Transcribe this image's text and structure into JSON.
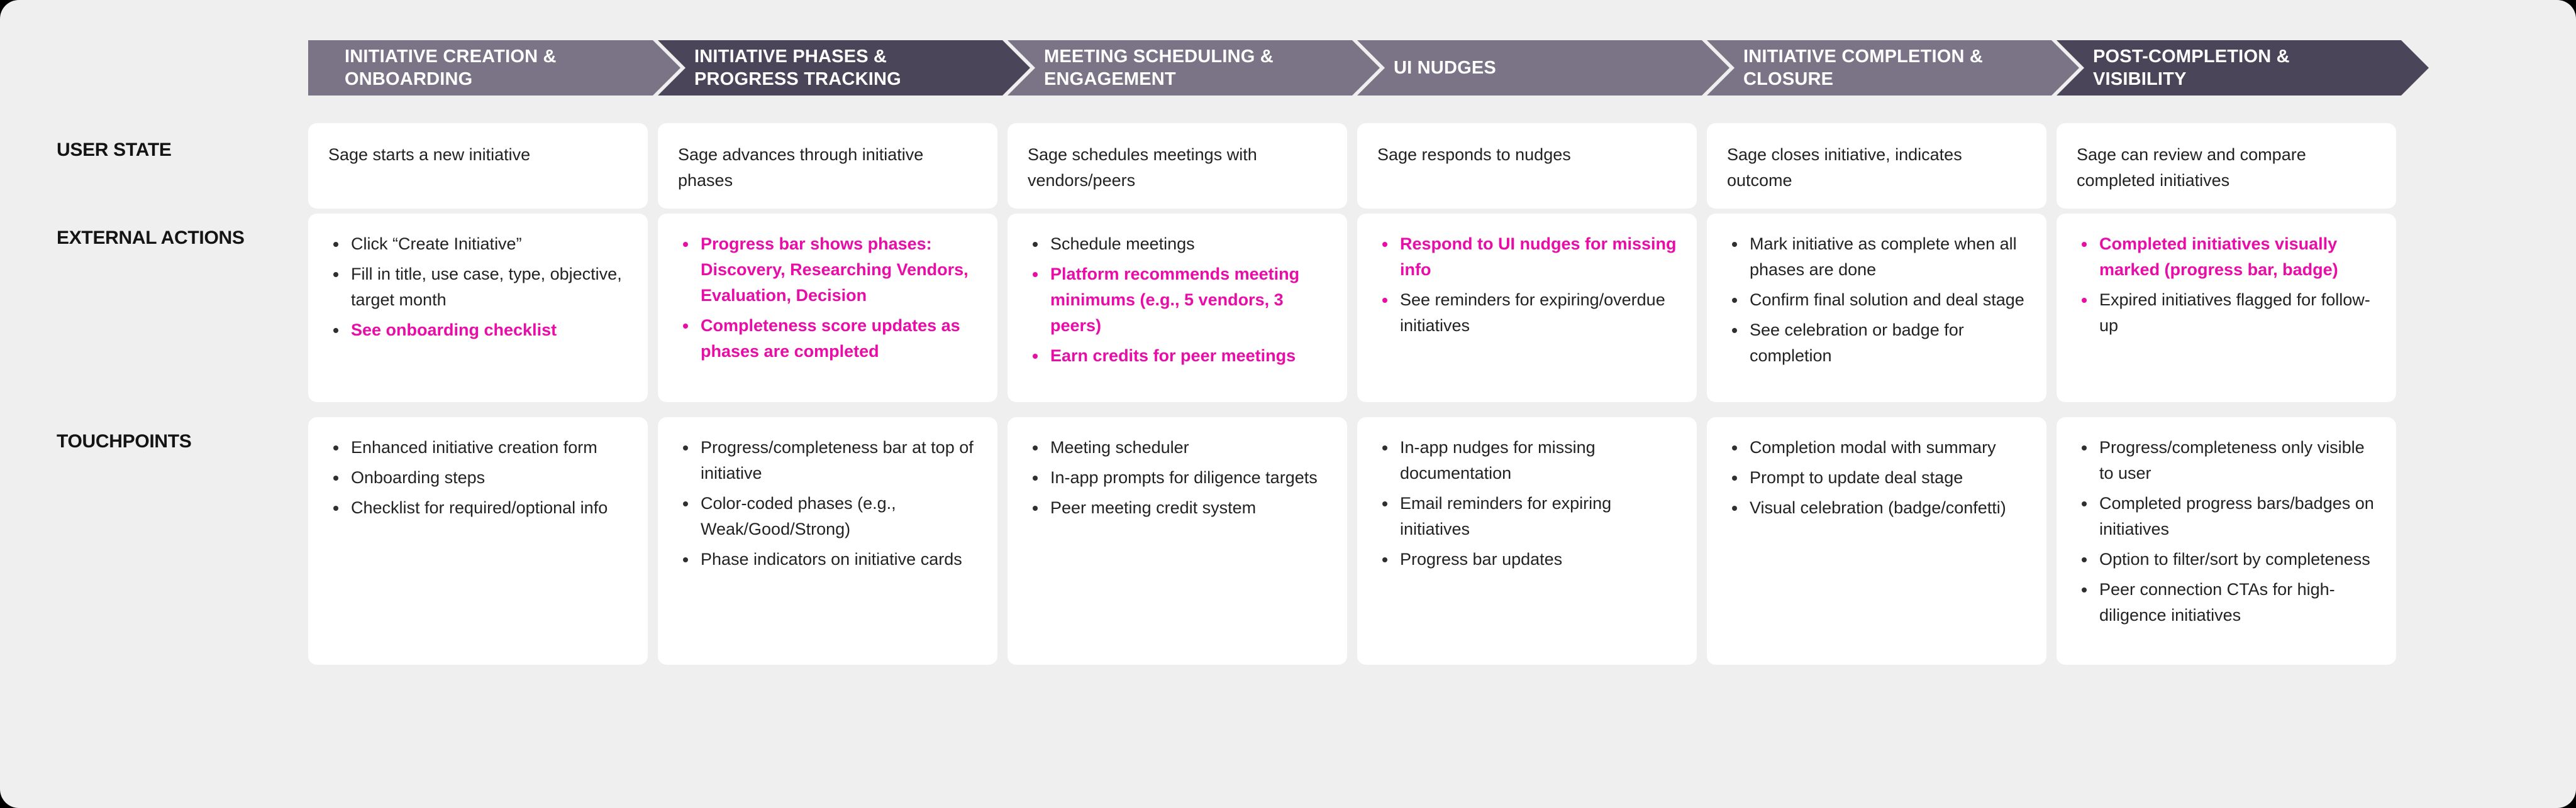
{
  "colors": {
    "bg": "#efefef",
    "chevron-medium": "#7a7486",
    "chevron-dark": "#4a4559",
    "magenta": "#e80da6",
    "text-dark": "#1f1f1f"
  },
  "rows": [
    {
      "label": "USER STATE"
    },
    {
      "label": "EXTERNAL ACTIONS"
    },
    {
      "label": "TOUCHPOINTS"
    }
  ],
  "columns": [
    {
      "header": "INITIATIVE CREATION & ONBOARDING",
      "tone": "medium",
      "user_state": "Sage starts a new initiative",
      "external_actions": [
        {
          "text": "Click “Create Initiative”",
          "strong": false,
          "bullet": "dark"
        },
        {
          "text": "Fill in title, use case, type, objective, target month",
          "strong": false,
          "bullet": "dark"
        },
        {
          "text": "See onboarding checklist",
          "strong": true,
          "bullet": "dark"
        }
      ],
      "touchpoints": [
        {
          "text": "Enhanced initiative creation form",
          "strong": false,
          "bullet": "dark"
        },
        {
          "text": "Onboarding steps",
          "strong": false,
          "bullet": "dark"
        },
        {
          "text": "Checklist for required/optional info",
          "strong": false,
          "bullet": "dark"
        }
      ]
    },
    {
      "header": "INITIATIVE PHASES & PROGRESS TRACKING",
      "tone": "dark",
      "user_state": "Sage advances through initiative phases",
      "external_actions": [
        {
          "text": "Progress bar shows phases: Discovery, Researching Vendors, Evaluation, Decision",
          "strong": true,
          "bullet": "magenta"
        },
        {
          "text": "Completeness score updates as phases are completed",
          "strong": true,
          "bullet": "magenta"
        }
      ],
      "touchpoints": [
        {
          "text": "Progress/completeness bar at top of initiative",
          "strong": false,
          "bullet": "dark"
        },
        {
          "text": "Color-coded phases (e.g., Weak/Good/Strong)",
          "strong": false,
          "bullet": "dark"
        },
        {
          "text": "Phase indicators on initiative cards",
          "strong": false,
          "bullet": "dark"
        }
      ]
    },
    {
      "header": "MEETING SCHEDULING & ENGAGEMENT",
      "tone": "medium",
      "user_state": "Sage schedules meetings with vendors/peers",
      "external_actions": [
        {
          "text": "Schedule meetings",
          "strong": false,
          "bullet": "dark"
        },
        {
          "text": "Platform recommends meeting minimums (e.g., 5 vendors, 3 peers)",
          "strong": true,
          "bullet": "magenta"
        },
        {
          "text": "Earn credits for peer meetings",
          "strong": true,
          "bullet": "magenta"
        }
      ],
      "touchpoints": [
        {
          "text": "Meeting scheduler",
          "strong": false,
          "bullet": "dark"
        },
        {
          "text": "In-app prompts for diligence targets",
          "strong": false,
          "bullet": "dark"
        },
        {
          "text": "Peer meeting credit system",
          "strong": false,
          "bullet": "dark"
        }
      ]
    },
    {
      "header": "UI NUDGES",
      "tone": "medium",
      "user_state": "Sage responds to nudges",
      "external_actions": [
        {
          "text": "Respond to UI nudges for missing info",
          "strong": true,
          "bullet": "magenta"
        },
        {
          "text": "See reminders for expiring/overdue initiatives",
          "strong": false,
          "bullet": "magenta"
        }
      ],
      "touchpoints": [
        {
          "text": "In-app nudges for missing documentation",
          "strong": false,
          "bullet": "dark"
        },
        {
          "text": "Email reminders for expiring initiatives",
          "strong": false,
          "bullet": "dark"
        },
        {
          "text": "Progress bar updates",
          "strong": false,
          "bullet": "dark"
        }
      ]
    },
    {
      "header": "INITIATIVE COMPLETION & CLOSURE",
      "tone": "medium",
      "user_state": "Sage closes initiative, indicates outcome",
      "external_actions": [
        {
          "text": "Mark initiative as complete when all phases are done",
          "strong": false,
          "bullet": "dark"
        },
        {
          "text": "Confirm final solution and deal stage",
          "strong": false,
          "bullet": "dark"
        },
        {
          "text": "See celebration or badge for completion",
          "strong": false,
          "bullet": "dark"
        }
      ],
      "touchpoints": [
        {
          "text": "Completion modal with summary",
          "strong": false,
          "bullet": "dark"
        },
        {
          "text": "Prompt to update deal stage",
          "strong": false,
          "bullet": "dark"
        },
        {
          "text": "Visual celebration (badge/confetti)",
          "strong": false,
          "bullet": "dark"
        }
      ]
    },
    {
      "header": "POST-COMPLETION & VISIBILITY",
      "tone": "dark",
      "user_state": "Sage can review and compare completed initiatives",
      "external_actions": [
        {
          "text": "Completed initiatives visually marked (progress bar, badge)",
          "strong": true,
          "bullet": "magenta"
        },
        {
          "text": "Expired initiatives flagged for follow-up",
          "strong": false,
          "bullet": "magenta"
        }
      ],
      "touchpoints": [
        {
          "text": "Progress/completeness only visible to user",
          "strong": false,
          "bullet": "dark"
        },
        {
          "text": "Completed progress bars/badges on initiatives",
          "strong": false,
          "bullet": "dark"
        },
        {
          "text": "Option to filter/sort by completeness",
          "strong": false,
          "bullet": "dark"
        },
        {
          "text": "Peer connection CTAs for high-diligence initiatives",
          "strong": false,
          "bullet": "dark"
        }
      ]
    }
  ]
}
